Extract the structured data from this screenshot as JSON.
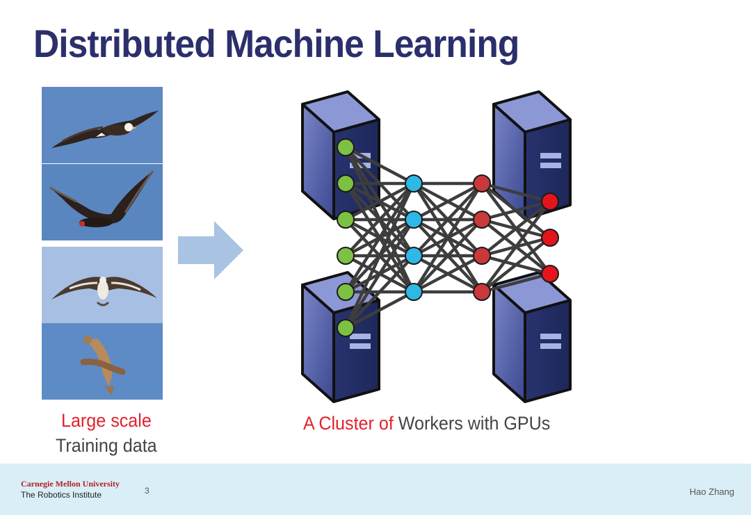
{
  "slide": {
    "title": "Distributed Machine Learning",
    "data_caption_line1": "Large scale",
    "data_caption_line2": "Training data",
    "cluster_caption_red": "A Cluster of",
    "cluster_caption_rest": "Workers with GPUs"
  },
  "images": {
    "birds": [
      "bald eagle",
      "turkey vulture",
      "osprey",
      "hawk"
    ]
  },
  "colors": {
    "title": "#2b2f6b",
    "accent_red": "#e2222b",
    "server_body": "#4b5aa8",
    "input_node": "#7cc144",
    "hidden_node_1": "#2eb8e6",
    "hidden_node_2": "#c9393b",
    "output_node": "#e3141b",
    "footer_bg": "#d9eef7",
    "arrow": "#a9c3e3"
  },
  "footer": {
    "institution": "Carnegie Mellon University",
    "department": "The Robotics Institute",
    "page_number": "3",
    "author": "Hao Zhang"
  }
}
